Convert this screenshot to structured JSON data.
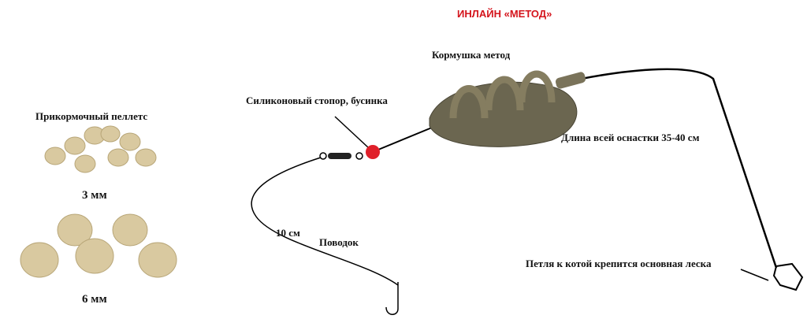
{
  "title": "ИНЛАЙН  «МЕТОД»",
  "labels": {
    "feeder": "Кормушка метод",
    "stopper": "Силиконовый стопор, бусинка",
    "length": "Длина всей оснастки 35-40 см",
    "loop": "Петля к котой крепится основная леска",
    "hooklink_length": "10 см",
    "hooklink": "Поводок",
    "pellets": "Прикормочный пеллетс",
    "pellet_small": "3 мм",
    "pellet_large": "6 мм"
  },
  "colors": {
    "title": "#d4141c",
    "bead": "#e0202a",
    "feeder": "#6b6650",
    "pellet": "#d9c9a0"
  }
}
